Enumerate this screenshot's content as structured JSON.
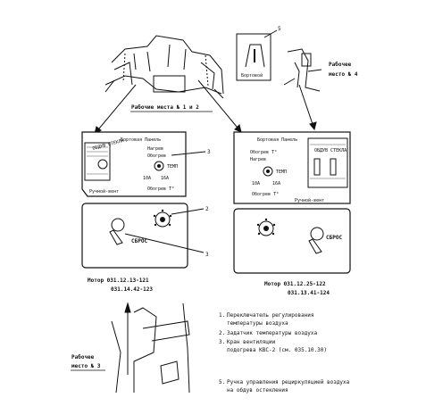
{
  "labels": {
    "workplace_12": "Рабочие места № 1 и 2",
    "workplace_3": "Рабочее место № 3",
    "workplace_4": "Рабочее место № 4",
    "inset_caption": "Бортовой"
  },
  "panel_left": {
    "title": "Бортовая Панель",
    "sub1": "Нагрев",
    "sub2": "Обогрев",
    "window_label": "ОБДУВ СТЕКЛА",
    "val1": "ТЕМП",
    "val2": "10А",
    "val3": "16А",
    "footer": "Обогрев Т°",
    "bottom_left": "Ручной-вент",
    "callout_3": "3"
  },
  "panel_right": {
    "title": "Бортовая Панель",
    "sub1": "Обогрев Т°",
    "sub2": "Нагрев",
    "window_label": "ОБДУВ СТЕКЛА",
    "val1": "ТЕМП",
    "val2": "10А",
    "val3": "16А",
    "footer": "Обогрев Т°",
    "bottom_left": "Ручной-вент"
  },
  "lower_left": {
    "reset": "СБРОС",
    "callout_2": "2",
    "callout_3": "3"
  },
  "lower_right": {
    "reset": "СБРОС"
  },
  "refs": {
    "left_line1": "Мотор   031.12.13-121",
    "left_line2": "031.14.42-123",
    "right_line1": "Мотор   031.12.25-122",
    "right_line2": "031.13.41-124"
  },
  "legend": [
    {
      "num": "1.",
      "line1": "Переключатель регулирования",
      "line2": "температуры воздуха"
    },
    {
      "num": "2.",
      "line1": "Задатчик температуры воздуха",
      "line2": ""
    },
    {
      "num": "3.",
      "line1": "Кран вентиляции",
      "line2": "подогрева КВС-2 (см. 035.10.30)"
    },
    {
      "num": "5.",
      "line1": "Ручка управления рециркуляцией воздуха",
      "line2": "на обдув     остекления"
    }
  ],
  "callout_5": "5"
}
